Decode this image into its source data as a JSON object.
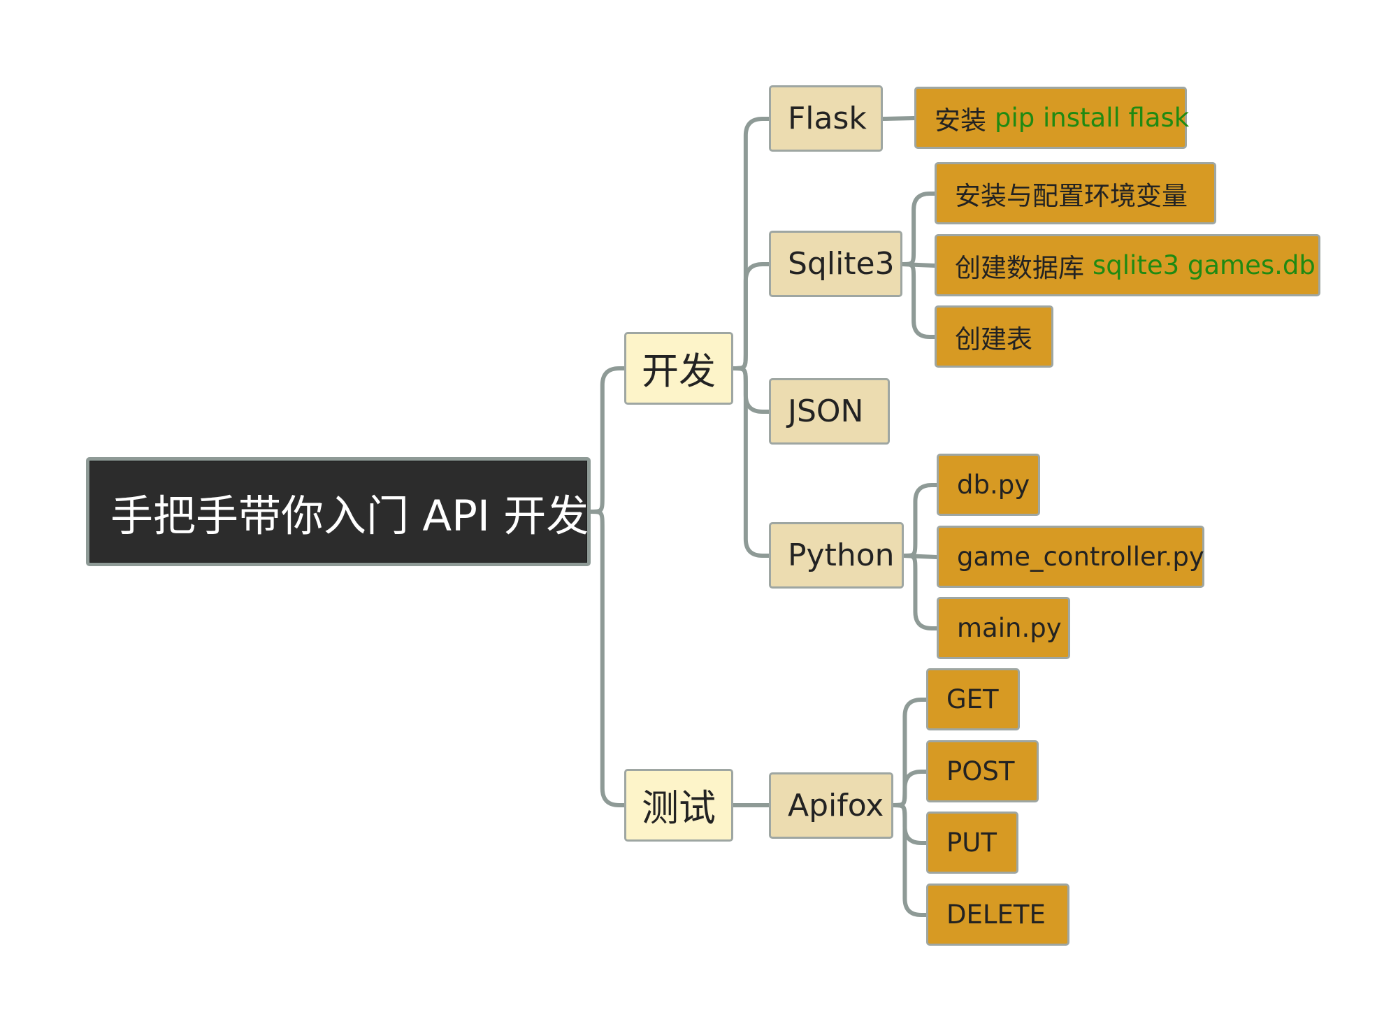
{
  "colors": {
    "root_fill": "#2c2c2c",
    "level1_fill": "#fdf4c9",
    "level2_fill": "#ecdcb0",
    "level3_fill": "#d79a23",
    "connector": "#8e9a96",
    "command_text": "#1f8a12"
  },
  "mindmap": {
    "root": {
      "label": "手把手带你入门 API 开发"
    },
    "dev": {
      "label": "开发",
      "flask": {
        "label": "Flask",
        "install_label": "安装",
        "install_cmd": "pip install flask"
      },
      "sqlite": {
        "label": "Sqlite3",
        "setup": "安装与配置环境变量",
        "create_db_label": "创建数据库",
        "create_db_cmd": "sqlite3 games.db",
        "create_table": "创建表"
      },
      "json": {
        "label": "JSON"
      },
      "python": {
        "label": "Python",
        "files": [
          "db.py",
          "game_controller.py",
          "main.py"
        ]
      }
    },
    "test": {
      "label": "测试",
      "apifox": {
        "label": "Apifox",
        "methods": [
          "GET",
          "POST",
          "PUT",
          "DELETE"
        ]
      }
    }
  }
}
